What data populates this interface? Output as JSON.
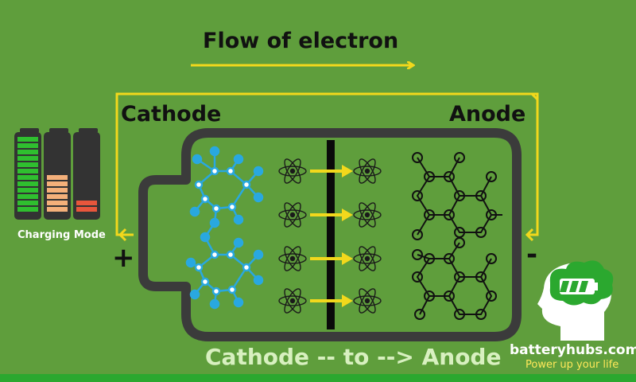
{
  "title": "Flow of electron",
  "cathode_label": "Cathode",
  "anode_label": "Anode",
  "charging_mode_label": "Charging Mode",
  "plus_sign": "+",
  "minus_sign": "-",
  "caption": "Cathode -- to --> Anode",
  "brand": {
    "name": "batteryhubs.com",
    "tagline": "Power up your life"
  },
  "battery_levels": [
    {
      "color": "#2fbf2f",
      "level": 1.0
    },
    {
      "color": "#f4b07a",
      "level": 0.5
    },
    {
      "color": "#e8563c",
      "level": 0.15
    }
  ],
  "colors": {
    "background": "#5f9e3c",
    "arrow": "#f2d81c",
    "cathode_molecule": "#29a8e0",
    "battery_outline": "#3b3b3b",
    "bottom_bar": "#2ba82f"
  },
  "icons": [
    "atom-icon",
    "battery-icon",
    "head-icon"
  ]
}
